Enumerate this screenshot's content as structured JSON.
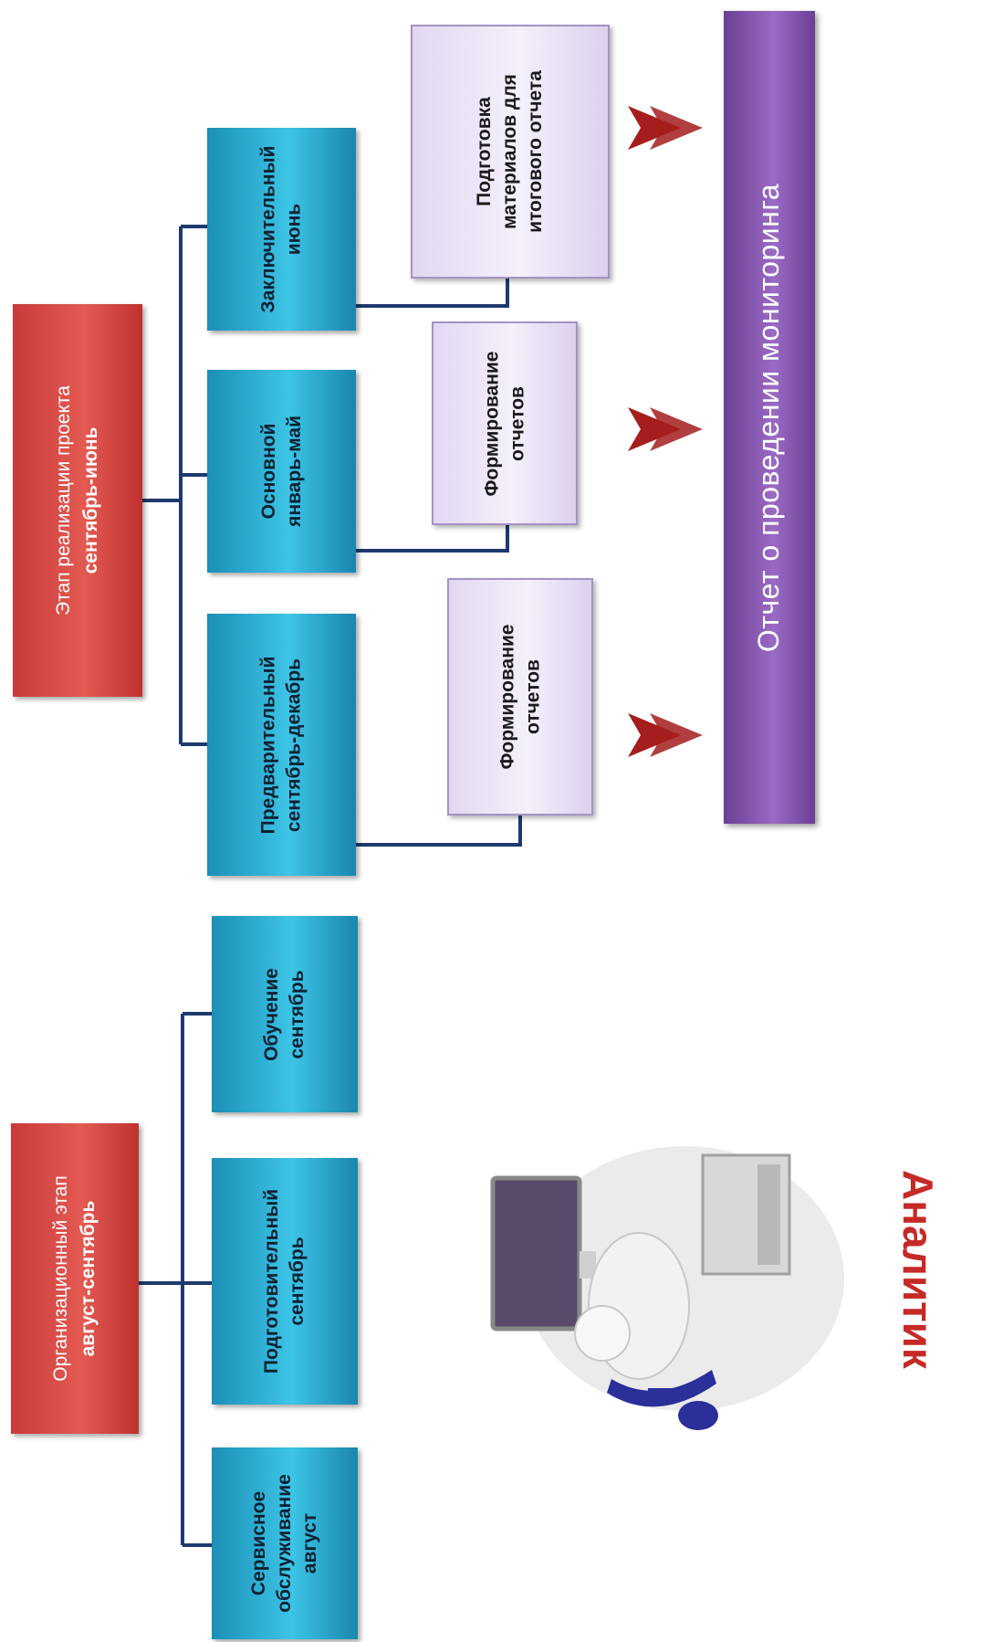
{
  "colors": {
    "stage_box": "#d9413f",
    "phase_box": "#2fb3d9",
    "task_box": "#ece4f7",
    "report_box": "#8256ad",
    "arrow": "#a51d1d",
    "connector": "#1e3a6e",
    "label": "#c52a27"
  },
  "stages": {
    "organizational": {
      "line1": "Организационный этап",
      "line2": "август-сентябрь"
    },
    "implementation": {
      "line1": "Этап реализации проекта",
      "line2": "сентябрь-июнь"
    }
  },
  "phases": {
    "service": {
      "line1": "Сервисное",
      "line2": "обслуживание",
      "line3": "август"
    },
    "preparatory": {
      "line1": "Подготовительный",
      "line2": "сентябрь"
    },
    "training": {
      "line1": "Обучение",
      "line2": "сентябрь"
    },
    "preliminary": {
      "line1": "Предварительный",
      "line2": "сентябрь-декабрь"
    },
    "main": {
      "line1": "Основной",
      "line2": "январь-май"
    },
    "final": {
      "line1": "Заключительный",
      "line2": "июнь"
    }
  },
  "tasks": {
    "preliminary": {
      "line1": "Формирование",
      "line2": "отчетов"
    },
    "main": {
      "line1": "Формирование",
      "line2": "отчетов"
    },
    "final": {
      "line1": "Подготовка",
      "line2": "материалов для",
      "line3": "итогового отчета"
    }
  },
  "report": {
    "label": "Отчет о проведении мониторинга"
  },
  "analyst": {
    "label": "Аналитик",
    "icon": "analyst-at-computer-icon"
  },
  "arrow_icon": "double-chevron-right-icon"
}
